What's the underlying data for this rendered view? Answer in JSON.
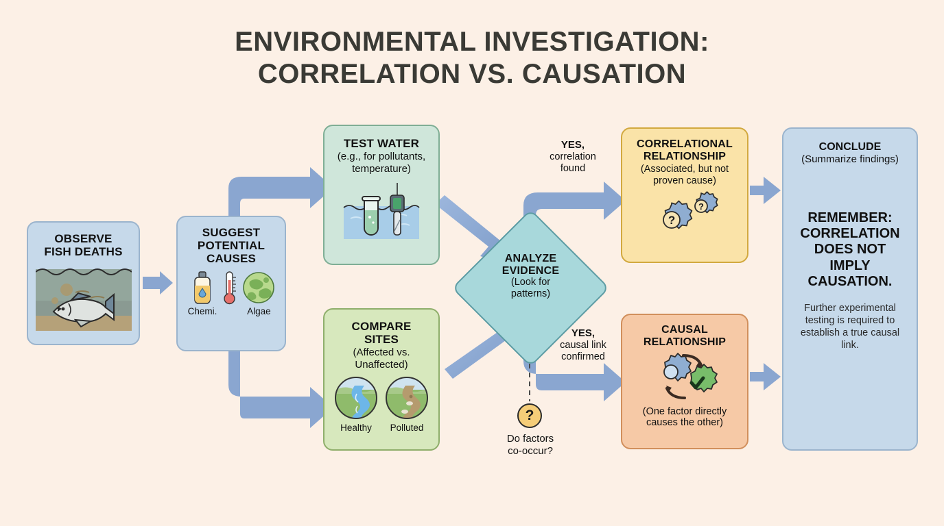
{
  "title": {
    "line1": "ENVIRONMENTAL INVESTIGATION:",
    "line2": "CORRELATION VS. CAUSATION"
  },
  "colors": {
    "background": "#fcf0e6",
    "title_text": "#3a3a35",
    "arrow": "#8aa6d0",
    "blue_node": "#c6d9ea",
    "blue_node_border": "#9bb4cd",
    "teal_node": "#cfe6da",
    "teal_node_border": "#7fae95",
    "green_node": "#d7e8bd",
    "green_node_border": "#8fae6b",
    "diamond": "#a8d8db",
    "diamond_border": "#5d9ca4",
    "yellow_node": "#fae3a8",
    "yellow_node_border": "#d2a93f",
    "orange_node": "#f6c9a6",
    "orange_node_border": "#d18f5c",
    "question_badge": "#f5cd78"
  },
  "nodes": {
    "observe": {
      "title_line1": "OBSERVE",
      "title_line2": "FISH DEATHS",
      "illustration": "fish-in-water-illustration"
    },
    "suggest": {
      "title_line1": "SUGGEST",
      "title_line2": "POTENTIAL",
      "title_line3": "CAUSES",
      "icons": [
        {
          "name": "chemical-bottle-icon",
          "caption": "Chemi."
        },
        {
          "name": "thermometer-icon",
          "caption": ""
        },
        {
          "name": "algae-icon",
          "caption": "Algae"
        }
      ]
    },
    "test_water": {
      "title": "TEST WATER",
      "sub_line1": "(e.g., for pollutants,",
      "sub_line2": "temperature)",
      "illustration": "test-tube-and-probe-illustration"
    },
    "compare_sites": {
      "title_line1": "COMPARE",
      "title_line2": "SITES",
      "sub_line1": "(Affected vs.",
      "sub_line2": "Unaffected)",
      "icons": [
        {
          "name": "healthy-river-icon",
          "caption": "Healthy"
        },
        {
          "name": "polluted-river-icon",
          "caption": "Polluted"
        }
      ]
    },
    "analyze": {
      "title_line1": "ANALYZE",
      "title_line2": "EVIDENCE",
      "sub_line1": "(Look for",
      "sub_line2": "patterns)"
    },
    "correlational": {
      "title_line1": "CORRELATIONAL",
      "title_line2": "RELATIONSHIP",
      "sub_line1": "(Associated, but not",
      "sub_line2": "proven cause)",
      "illustration": "two-gears-with-question-marks-icon"
    },
    "causal": {
      "title_line1": "CAUSAL",
      "title_line2": "RELATIONSHIP",
      "sub_line1": "(One factor directly",
      "sub_line2": "causes the other)",
      "illustration": "two-gears-with-checkmark-and-cycle-arrows-icon"
    },
    "conclude": {
      "title": "CONCLUDE",
      "sub": "(Summarize findings)",
      "remember_line1": "REMEMBER:",
      "remember_line2": "CORRELATION",
      "remember_line3": "DOES NOT",
      "remember_line4": "IMPLY",
      "remember_line5": "CAUSATION.",
      "note": "Further experimental testing is required to establish a true causal link."
    }
  },
  "edges": {
    "yes_correlation": {
      "emphasis": "YES,",
      "line2": "correlation",
      "line3": "found"
    },
    "yes_causal": {
      "emphasis": "YES,",
      "line2": "causal link",
      "line3": "confirmed"
    },
    "question": {
      "badge": "?",
      "caption_line1": "Do factors",
      "caption_line2": "co-occur?"
    }
  }
}
